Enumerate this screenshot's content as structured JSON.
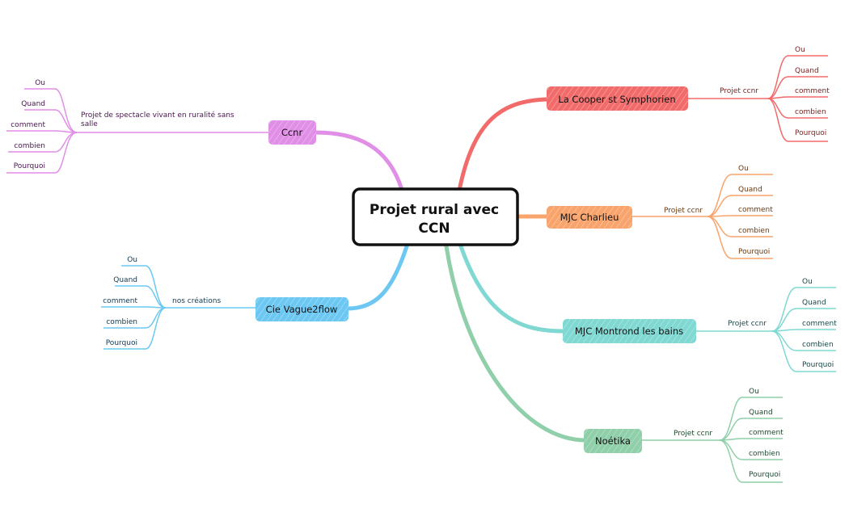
{
  "center": {
    "line1": "Projet rural  avec",
    "line2": "CCN"
  },
  "colors": {
    "coral": "#f26b6b",
    "orange": "#f9a46c",
    "teal": "#7fd8d2",
    "green": "#8fcfa9",
    "pink": "#e08ee6",
    "blue": "#6cc8f2"
  },
  "topics": [
    {
      "key": "cooper",
      "label": "La Cooper  st Symphorien",
      "branch": "Projet ccnr",
      "leaves": [
        "Ou",
        "Quand",
        "comment",
        "combien",
        "Pourquoi"
      ]
    },
    {
      "key": "charlieu",
      "label": "MJC Charlieu",
      "branch": "Projet ccnr",
      "leaves": [
        "Ou",
        "Quand",
        "comment",
        "combien",
        "Pourquoi"
      ]
    },
    {
      "key": "montrond",
      "label": "MJC Montrond les bains",
      "branch": "Projet ccnr",
      "leaves": [
        "Ou",
        "Quand",
        "comment",
        "combien",
        "Pourquoi"
      ]
    },
    {
      "key": "noetika",
      "label": "Noétika",
      "branch": "Projet ccnr",
      "leaves": [
        "Ou",
        "Quand",
        "comment",
        "combien",
        "Pourquoi"
      ]
    },
    {
      "key": "ccnr",
      "label": "Ccnr",
      "branch_line1": "Projet  de spectacle vivant en ruralité sans",
      "branch_line2": "salle",
      "leaves": [
        "Ou",
        "Quand",
        "comment",
        "combien",
        "Pourquoi"
      ]
    },
    {
      "key": "vague",
      "label": "Cie Vague2flow",
      "branch": "nos créations",
      "leaves": [
        "Ou",
        "Quand",
        "comment",
        "combien",
        "Pourquoi"
      ]
    }
  ]
}
